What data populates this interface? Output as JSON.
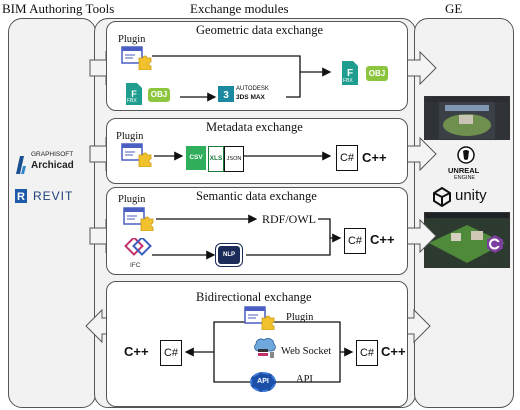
{
  "columns": {
    "left": "BIM Authoring Tools",
    "middle": "Exchange modules",
    "right": "GE"
  },
  "bim_tools": {
    "archicad_maker": "GRAPHISOFT",
    "archicad": "Archicad",
    "revit": "REVIT"
  },
  "game_engines": {
    "unreal_line1": "UNREAL",
    "unreal_line2": "ENGINE",
    "unity": "unity"
  },
  "modules": {
    "geometric": {
      "title": "Geometric data exchange",
      "plugin": "Plugin",
      "fbx": "FBX",
      "obj": "OBJ",
      "max_line1": "AUTODESK",
      "max_line2": "3DS MAX"
    },
    "metadata": {
      "title": "Metadata exchange",
      "plugin": "Plugin",
      "csv": "CSV",
      "xls": "XLS",
      "json": "JSON",
      "csharp": "C#",
      "cpp": "C++"
    },
    "semantic": {
      "title": "Semantic data exchange",
      "plugin": "Plugin",
      "rdf": "RDF/OWL",
      "ifc": "IFC",
      "nlp": "NLP",
      "csharp": "C#",
      "cpp": "C++"
    },
    "bidirectional": {
      "title": "Bidirectional exchange",
      "plugin": "Plugin",
      "websocket": "Web Socket",
      "api": "API",
      "api_icon": "API",
      "cpp_left": "C++",
      "csharp_left": "C#",
      "csharp_right": "C#",
      "cpp_right": "C++"
    }
  },
  "colors": {
    "doc_blue": "#4a5fc1",
    "puzzle_yellow": "#f2c12e",
    "file_green": "#2fae5b",
    "fbx_teal": "#1f9e8f",
    "obj_green": "#8cc63f",
    "ifc_pink": "#c2306b",
    "csharp_purple": "#7b3fa0"
  }
}
